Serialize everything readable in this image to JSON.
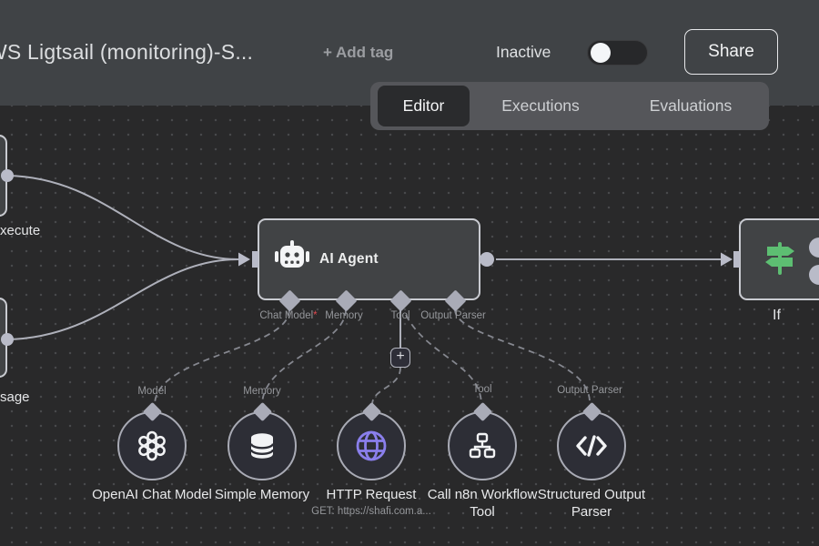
{
  "header": {
    "title": "WS Ligtsail (monitoring)-S...",
    "add_tag_label": "+ Add tag",
    "activation_label": "Inactive",
    "activation_state": "off",
    "share_label": "Share"
  },
  "tabs": [
    {
      "label": "Editor",
      "active": true
    },
    {
      "label": "Executions",
      "active": false
    },
    {
      "label": "Evaluations",
      "active": false
    }
  ],
  "canvas": {
    "partial_node_left_top": {
      "label": "xecute"
    },
    "partial_node_left_bottom": {
      "label": "sage"
    },
    "agent_node": {
      "title": "AI Agent",
      "ports": [
        {
          "label": "Chat Model",
          "required_marker": "*"
        },
        {
          "label": "Memory",
          "required_marker": ""
        },
        {
          "label": "Tool",
          "required_marker": ""
        },
        {
          "label": "Output Parser",
          "required_marker": ""
        }
      ]
    },
    "add_tool_button": "+",
    "if_node": {
      "label": "If"
    },
    "sub_nodes": [
      {
        "port_label": "Model",
        "label": "OpenAI Chat Model",
        "sublabel": "",
        "icon": "openai-icon"
      },
      {
        "port_label": "Memory",
        "label": "Simple Memory",
        "sublabel": "",
        "icon": "database-icon"
      },
      {
        "port_label": "",
        "label": "HTTP Request",
        "sublabel": "GET: https://shafi.com.a...",
        "icon": "globe-icon"
      },
      {
        "port_label": "Tool",
        "label": "Call n8n Workflow Tool",
        "sublabel": "",
        "icon": "sitemap-icon"
      },
      {
        "port_label": "Output Parser",
        "label": "Structured Output Parser",
        "sublabel": "",
        "icon": "code-icon"
      }
    ]
  },
  "colors": {
    "topbar_bg": "#404346",
    "tabbar_bg": "#55565a",
    "active_tab_bg": "#2a2b2d",
    "canvas_bg": "#29292a",
    "node_bg": "#414345",
    "node_border": "#c9cbd1",
    "connector": "#b9bbc8",
    "circle_bg": "#2d2e36",
    "accent_green": "#5dbe72",
    "accent_purple": "#8a7fec",
    "required_red": "#e0484f"
  }
}
